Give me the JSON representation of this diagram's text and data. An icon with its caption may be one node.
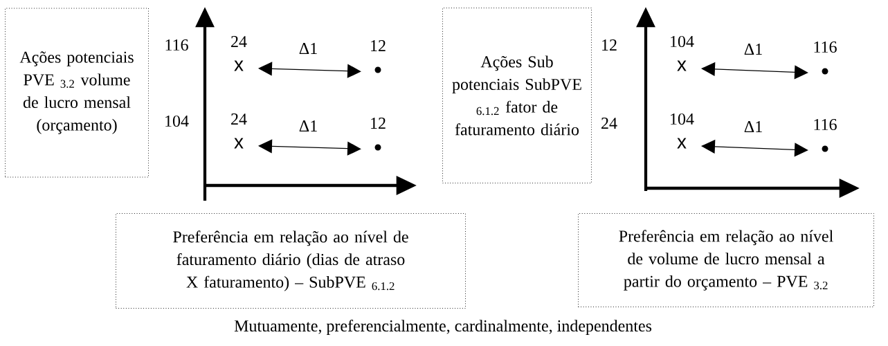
{
  "diagram": {
    "caption": "Mutuamente, preferencialmente, cardinalmente, independentes",
    "nodes": [
      {
        "text": [
          "Ações potenciais PVE $_{3.2}$ volume de lucro mensal (orçamento)"
        ]
      },
      {
        "text": [
          "x"
        ],
        "beside": [
          "24"
        ]
      },
      {
        "text": [],
        "shape": "circle",
        "beside": [
          "12"
        ]
      },
      {
        "text": [
          "x"
        ],
        "beside": [
          "24"
        ]
      },
      {
        "text": [],
        "shape": "circle",
        "beside": [
          "12"
        ]
      },
      {
        "text": [
          "Ações Sub potenciais SubPVE $_{6.1.2}$ fator de faturamento diário"
        ]
      },
      {
        "text": [
          "x"
        ],
        "beside": [
          "104"
        ]
      },
      {
        "text": [],
        "shape": "circle",
        "beside": [
          "116"
        ]
      },
      {
        "text": [
          "x"
        ],
        "beside": [
          "104"
        ]
      },
      {
        "text": [],
        "shape": "circle",
        "beside": [
          "116"
        ]
      },
      {
        "text": [
          "Preferência em relação ao nível de faturamento diário (dias de atraso X faturamento) – SubPVE $_{6.1.2}$"
        ]
      },
      {
        "text": [
          "Preferência em relação ao nível de volume de lucro mensal a partir do orçamento – PVE $_{3.2}$"
        ]
      }
    ],
    "edges": [
      {
        "from": 1,
        "to": 2,
        "arrow": "both",
        "label": "Δ1"
      },
      {
        "from": 3,
        "to": 4,
        "arrow": "both",
        "label": "Δ1"
      },
      {
        "from": 6,
        "to": 7,
        "arrow": "both",
        "label": "Δ1"
      },
      {
        "from": 8,
        "to": 9,
        "arrow": "both",
        "label": "Δ1"
      }
    ],
    "labels": [
      "116",
      "104",
      "12",
      "24"
    ]
  }
}
